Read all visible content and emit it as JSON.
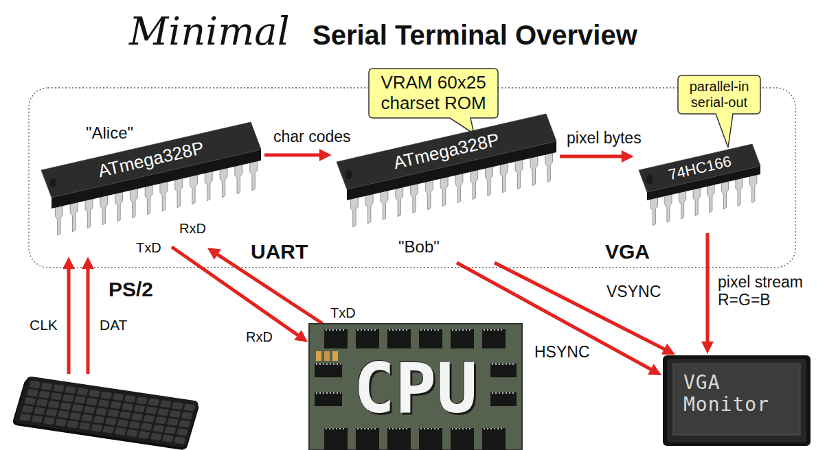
{
  "diagram": {
    "title": "Serial Terminal Overview",
    "nodes": [
      {
        "text": [
          "\"Alice\"",
          "ATmega328P"
        ]
      },
      {
        "text": [
          "VRAM 60x25 charset ROM"
        ]
      },
      {
        "text": [
          "ATmega328P",
          "\"Bob\""
        ]
      },
      {
        "text": [
          "parallel-in serial-out"
        ]
      },
      {
        "text": [
          "74HC166"
        ]
      },
      {
        "text": [
          "CPU"
        ]
      },
      {
        "text": [
          "VGA Monitor"
        ]
      }
    ],
    "edges": [
      {
        "from": 0,
        "to": 2,
        "label": "char codes",
        "arrow": "to"
      },
      {
        "from": 2,
        "to": 4,
        "label": "pixel bytes",
        "arrow": "to"
      },
      {
        "from": 0,
        "to": 5,
        "arrow": "to"
      },
      {
        "from": 5,
        "to": 0,
        "arrow": "to"
      },
      {
        "from": 2,
        "to": 6,
        "label": "HSYNC",
        "arrow": "to"
      },
      {
        "from": 2,
        "to": 6,
        "label": "VSYNC",
        "arrow": "to"
      },
      {
        "from": 4,
        "to": 6,
        "label": "pixel stream R=G=B",
        "arrow": "to"
      }
    ],
    "labels": [
      "Minimal",
      "TxD",
      "RxD",
      "UART",
      "TxD",
      "RxD",
      "PS/2",
      "CLK",
      "DAT",
      "VGA"
    ]
  }
}
